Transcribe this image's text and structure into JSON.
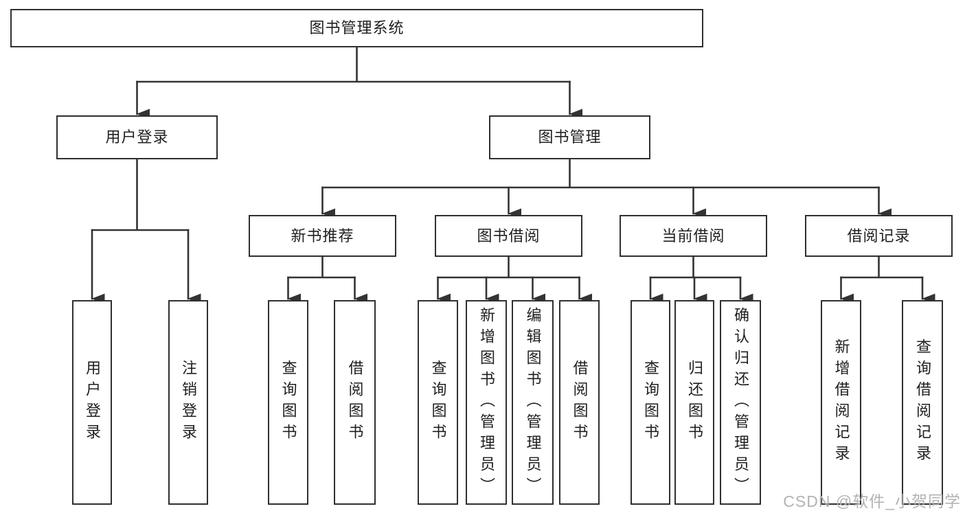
{
  "tree": {
    "label": "图书管理系统",
    "children": [
      {
        "label": "用户登录",
        "children": [
          {
            "label": "用户登录"
          },
          {
            "label": "注销登录"
          }
        ]
      },
      {
        "label": "图书管理",
        "children": [
          {
            "label": "新书推荐",
            "children": [
              {
                "label": "查询图书"
              },
              {
                "label": "借阅图书"
              }
            ]
          },
          {
            "label": "图书借阅",
            "children": [
              {
                "label": "查询图书"
              },
              {
                "label": "新增图书（管理员）"
              },
              {
                "label": "编辑图书（管理员）"
              },
              {
                "label": "借阅图书"
              }
            ]
          },
          {
            "label": "当前借阅",
            "children": [
              {
                "label": "查询图书"
              },
              {
                "label": "归还图书"
              },
              {
                "label": "确认归还（管理员）"
              }
            ]
          },
          {
            "label": "借阅记录",
            "children": [
              {
                "label": "新增借阅记录"
              },
              {
                "label": "查询借阅记录"
              }
            ]
          }
        ]
      }
    ]
  },
  "watermark": {
    "text": "CSDN @软件_小贺同学"
  },
  "colors": {
    "line": "#333333",
    "border": "#2f2f2f",
    "text": "#1f1f1f",
    "watermark": "#b3b3b3",
    "background": "#ffffff"
  }
}
